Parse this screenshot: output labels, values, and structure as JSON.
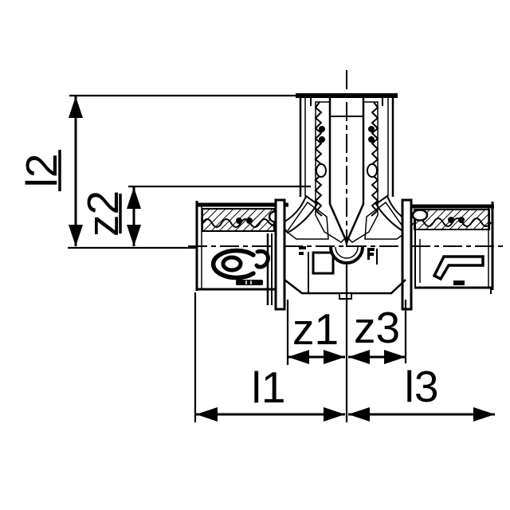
{
  "diagram": {
    "type": "technical-cross-section",
    "subject": "Tee press fitting sectional drawing with dimension lines",
    "background_color": "#ffffff",
    "ink_color": "#000000",
    "labels": {
      "l1": "l1",
      "l2": "l2",
      "l3": "l3",
      "z1": "z1",
      "z2": "z2",
      "z3": "z3"
    }
  }
}
